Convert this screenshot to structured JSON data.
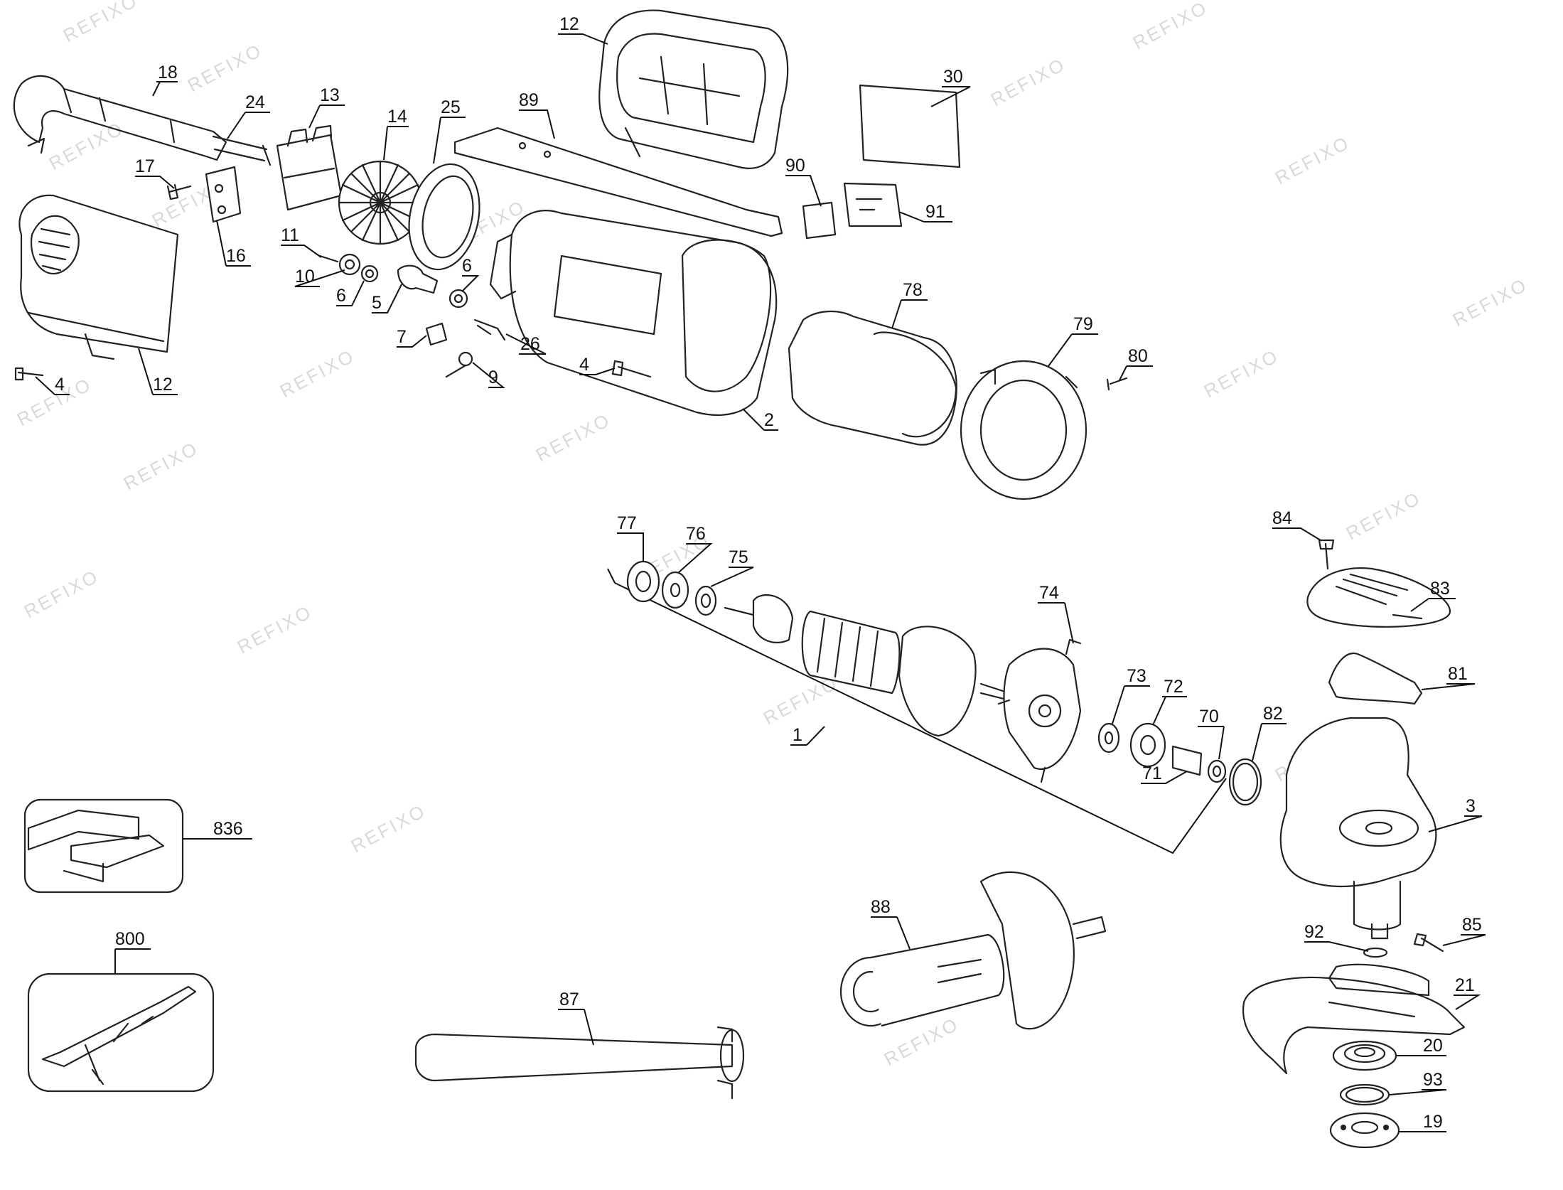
{
  "watermark": "REFIXO",
  "labels": {
    "p1": "1",
    "p2": "2",
    "p3": "3",
    "p4a": "4",
    "p4b": "4",
    "p5": "5",
    "p6a": "6",
    "p6b": "6",
    "p7": "7",
    "p9": "9",
    "p10": "10",
    "p11": "11",
    "p12a": "12",
    "p12b": "12",
    "p13": "13",
    "p14": "14",
    "p16": "16",
    "p17": "17",
    "p18": "18",
    "p19": "19",
    "p20": "20",
    "p21": "21",
    "p24": "24",
    "p25": "25",
    "p26": "26",
    "p30": "30",
    "p70": "70",
    "p71": "71",
    "p72": "72",
    "p73": "73",
    "p74": "74",
    "p75": "75",
    "p76": "76",
    "p77": "77",
    "p78": "78",
    "p79": "79",
    "p80": "80",
    "p81": "81",
    "p82": "82",
    "p83": "83",
    "p84": "84",
    "p85": "85",
    "p87": "87",
    "p88": "88",
    "p89": "89",
    "p90": "90",
    "p91": "91",
    "p92": "92",
    "p93": "93",
    "p800": "800",
    "p836": "836"
  }
}
